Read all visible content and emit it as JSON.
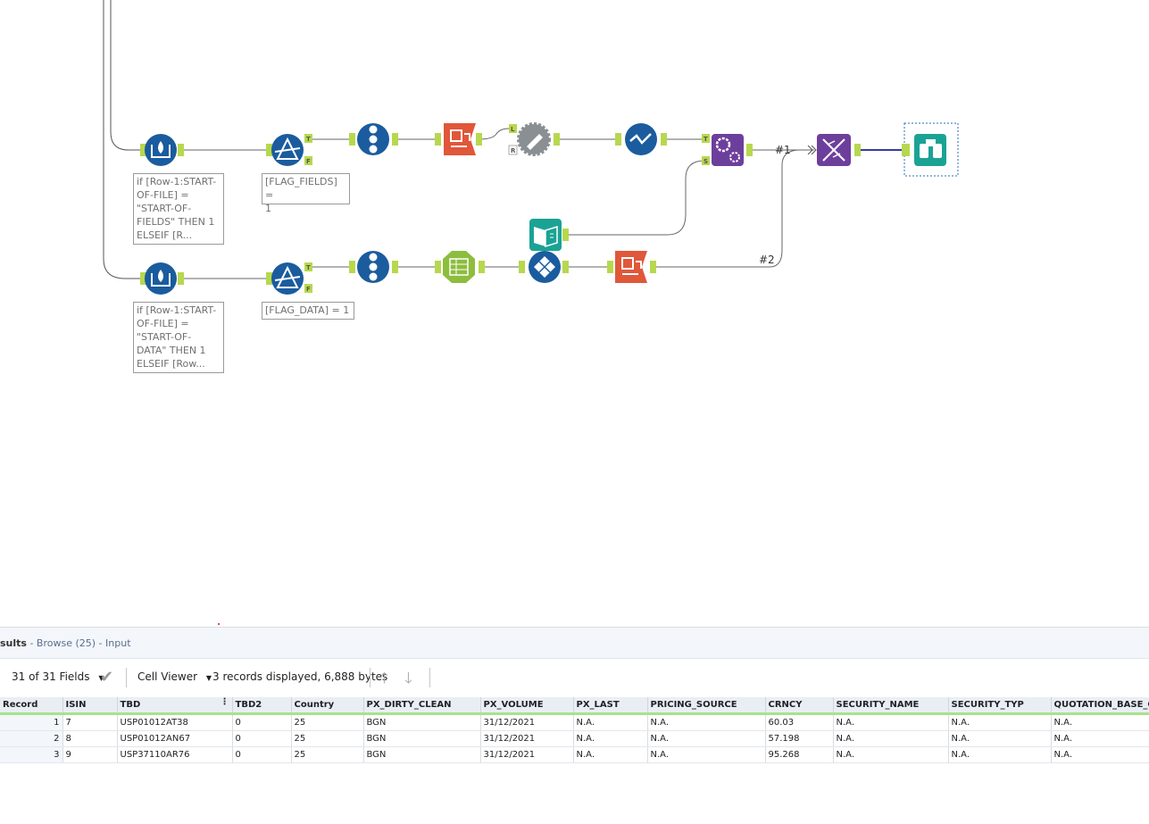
{
  "canvas": {
    "annotations": {
      "formula_top": [
        "if [Row-1:START-",
        "OF-FILE] =",
        "\"START-OF-",
        "FIELDS\" THEN 1",
        "ELSEIF [R..."
      ],
      "filter_top": [
        "[FLAG_FIELDS] =",
        "1"
      ],
      "formula_bottom": [
        "if [Row-1:START-",
        "OF-FILE] =",
        "\"START-OF-",
        "DATA\" THEN 1",
        "ELSEIF [Row..."
      ],
      "filter_bottom": "[FLAG_DATA] = 1"
    },
    "connection_labels": {
      "c1": "#1",
      "c2": "#2"
    },
    "anchor_letters": {
      "T": "T",
      "F": "F",
      "L": "L",
      "R": "R",
      "S": "S"
    },
    "tool_colors": {
      "formula": "#1a5c9e",
      "filter": "#1a5c9e",
      "record_id": "#1a5c9e",
      "dynamic_rename": "#e0573a",
      "join": "#8a8f94",
      "select": "#1a5c9e",
      "batch_macro": "#6d3f9c",
      "transpose": "#6d3f9c",
      "browse": "#1aa395",
      "text_input": "#1aa395",
      "multirow": "#8dbd3e",
      "crosstab": "#1a5c9e"
    },
    "tool_icons": [
      "water-drop-icon",
      "filter-triangle-icon",
      "record-id-icon",
      "dynamic-rename-icon",
      "join-gear-icon",
      "select-check-icon",
      "batch-gears-icon",
      "dna-icon",
      "binoculars-icon",
      "book-icon",
      "table-icon",
      "diamond-grid-icon"
    ]
  },
  "results": {
    "title_prefix": "sults",
    "title_link": "- Browse (25) - Input",
    "fields_count": "31 of 31 Fields",
    "cell_viewer": "Cell Viewer",
    "records_info": "3 records displayed, 6,888 bytes",
    "columns": [
      "Record",
      "ISIN",
      "TBD",
      "TBD2",
      "Country",
      "PX_DIRTY_CLEAN",
      "PX_VOLUME",
      "PX_LAST",
      "PRICING_SOURCE",
      "CRNCY",
      "SECURITY_NAME",
      "SECURITY_TYP",
      "QUOTATION_BASE_C"
    ],
    "rows": [
      [
        "1",
        "7",
        "USP01012AT38",
        "0",
        "25",
        "BGN",
        "31/12/2021",
        "N.A.",
        "N.A.",
        "60.03",
        "N.A.",
        "N.A.",
        "N.A."
      ],
      [
        "2",
        "8",
        "USP01012AN67",
        "0",
        "25",
        "BGN",
        "31/12/2021",
        "N.A.",
        "N.A.",
        "57.198",
        "N.A.",
        "N.A.",
        "N.A."
      ],
      [
        "3",
        "9",
        "USP37110AR76",
        "0",
        "25",
        "BGN",
        "31/12/2021",
        "N.A.",
        "N.A.",
        "95.268",
        "N.A.",
        "N.A.",
        "N.A."
      ]
    ]
  }
}
